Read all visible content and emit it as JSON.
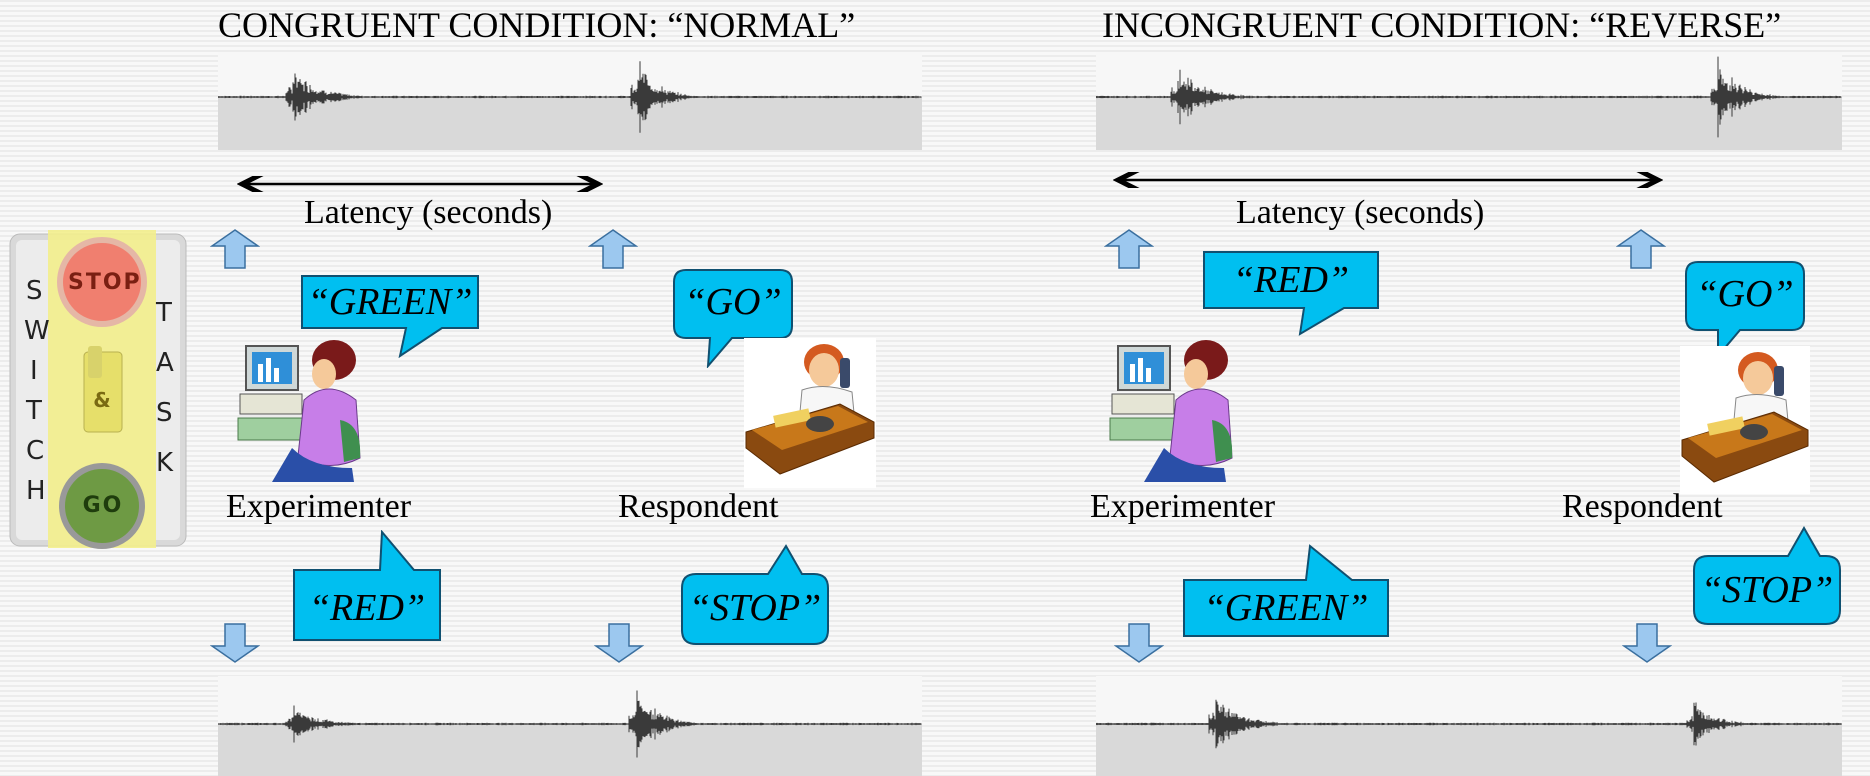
{
  "panels": {
    "congruent": {
      "title": "CONGRUENT CONDITION:  “NORMAL”",
      "latency_label": "Latency (seconds)",
      "experimenter_label": "Experimenter",
      "respondent_label": "Respondent",
      "bubble_experimenter_top": "“GREEN”",
      "bubble_respondent_top": "“GO”",
      "bubble_experimenter_bottom": "“RED”",
      "bubble_respondent_bottom": "“STOP”"
    },
    "incongruent": {
      "title": "INCONGRUENT CONDITION:  “REVERSE”",
      "latency_label": "Latency (seconds)",
      "experimenter_label": "Experimenter",
      "respondent_label": "Respondent",
      "bubble_experimenter_top": "“RED”",
      "bubble_respondent_top": "“GO”",
      "bubble_experimenter_bottom": "“GREEN”",
      "bubble_respondent_bottom": "“STOP”"
    }
  },
  "switch_task": {
    "left_letters": [
      "S",
      "W",
      "I",
      "T",
      "C",
      "H"
    ],
    "right_letters": [
      "T",
      "A",
      "S",
      "K"
    ],
    "stop_label": "STOP",
    "and_label": "&",
    "go_label": "GO"
  },
  "colors": {
    "bubble": "#00bff0",
    "arrow": "#9cc8ef",
    "stop_light": "#f07f6f",
    "go_light": "#6e9a44",
    "switch_highlight": "#f3ee8c"
  }
}
